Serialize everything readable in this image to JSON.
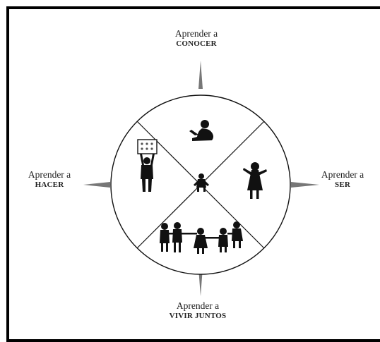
{
  "diagram": {
    "colors": {
      "ink": "#111111",
      "pointer": "#777777",
      "frame": "#000000"
    },
    "pillars": {
      "top": {
        "line1": "Aprender a",
        "line2": "CONOCER"
      },
      "left": {
        "line1": "Aprender a",
        "line2": "HACER"
      },
      "right": {
        "line1": "Aprender a",
        "line2": "SER"
      },
      "bottom": {
        "line1": "Aprender a",
        "line2": "VIVIR JUNTOS"
      }
    },
    "icons": {
      "top": "child-reading-silhouette",
      "left": "child-holding-board-silhouette",
      "right": "girl-silhouette",
      "bottom": "children-holding-hands-silhouette",
      "center": "small-figure-silhouette"
    }
  }
}
